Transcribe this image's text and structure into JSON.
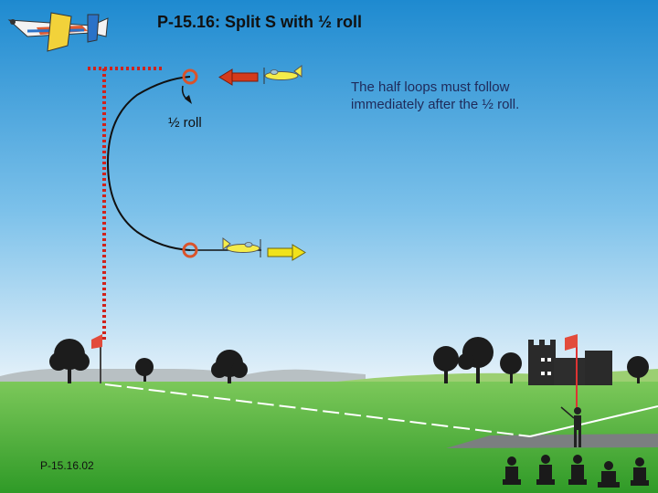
{
  "title": "P-15.16: Split S with ½ roll",
  "note": "The half loops must follow immediately after the ½ roll.",
  "roll_label": "½ roll",
  "figure_id": "P-15.16.02",
  "colors": {
    "sky_top": "#1e8ad0",
    "sky_bottom": "#e6f2fa",
    "grass": "#49a832",
    "path_marker": "#d9532b",
    "entry_arrow": "#d43a1c",
    "exit_arrow": "#f1e21a",
    "aircraft": "#f4ec4a",
    "reference_line": "#d1221b"
  },
  "icons": {
    "logo": "aerobatic-plane-icon",
    "marker": "ring-marker-icon",
    "flag": "pennant-flag-icon",
    "pilot": "pilot-silhouette-icon"
  }
}
